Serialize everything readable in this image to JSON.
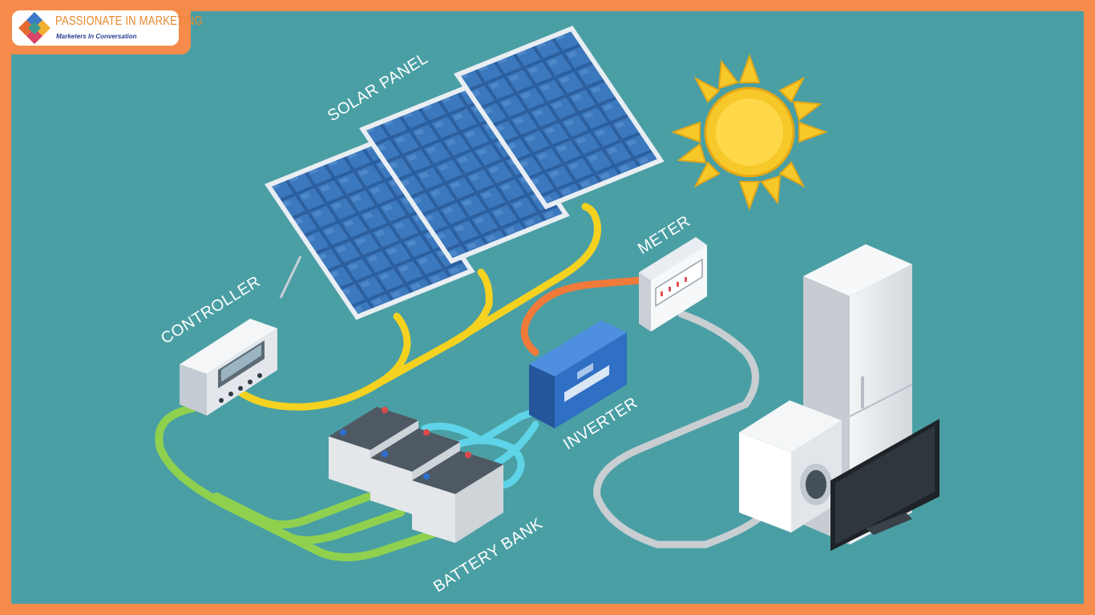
{
  "logo": {
    "title": "PASSIONATE IN MARKETING",
    "tagline": "Marketers In Conversation"
  },
  "diagram": {
    "labels": {
      "solar_panel": "SOLAR PANEL",
      "controller": "CONTROLLER",
      "meter": "METER",
      "inverter": "INVERTER",
      "battery_bank": "BATTERY BANK"
    }
  },
  "colors": {
    "frame": "#f68b4b",
    "background": "#4a9fa4",
    "panel_blue": "#2c5f9e",
    "wire_yellow": "#f5d21f",
    "wire_green": "#8fd14f",
    "wire_cyan": "#5fd4e8",
    "wire_orange": "#f07a3a",
    "wire_grey": "#c9ced3",
    "sun": "#f7c82a",
    "inverter_blue": "#2f6fc4"
  }
}
